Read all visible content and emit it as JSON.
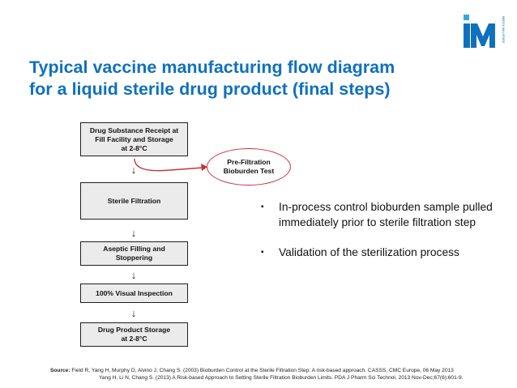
{
  "logo": {
    "text": "MERCK MILLIPORE"
  },
  "title": {
    "line1": "Typical vaccine manufacturing flow diagram",
    "line2": "for a liquid sterile drug product (final steps)"
  },
  "flow": {
    "steps": [
      {
        "lines": [
          "Drug Substance Receipt at",
          "Fill Facility and Storage",
          "at 2-8°C"
        ]
      },
      {
        "lines": [
          "Sterile Filtration"
        ]
      },
      {
        "lines": [
          "Aseptic Filling and",
          "Stoppering"
        ]
      },
      {
        "lines": [
          "100% Visual Inspection"
        ]
      },
      {
        "lines": [
          "Drug Product Storage",
          "at 2-8°C"
        ]
      }
    ],
    "side_test": {
      "lines": [
        "Pre-Filtration",
        "Bioburden Test"
      ]
    },
    "arrow_glyph": "↓",
    "side_arrow_color": "#c8333a"
  },
  "bullets": {
    "marker": "▪",
    "items": [
      "In-process control bioburden sample pulled immediately prior to sterile filtration step",
      "Validation of the sterilization process"
    ]
  },
  "source": {
    "label": "Source:",
    "line1": "Field R, Yang H, Murphy D, Alvino J, Chang S. (2003) Bioburden Control at the Sterile Filtration Step: A risk-based approach. CASSS, CMC Europe, 06 May 2013",
    "line2": "Yang H, Li N, Chang S. (2013) A Risk-based Approach to Setting Sterile Filtration Bioburden Limits. PDA J Pharm Sci Technol. 2013 Nov-Dec;67(6):601-9."
  },
  "colors": {
    "title": "#0f71bd",
    "logo_blue": "#0f71bd",
    "logo_light": "#3aa6df",
    "box_fill": "#ebebeb",
    "oval_border": "#c8333a"
  }
}
